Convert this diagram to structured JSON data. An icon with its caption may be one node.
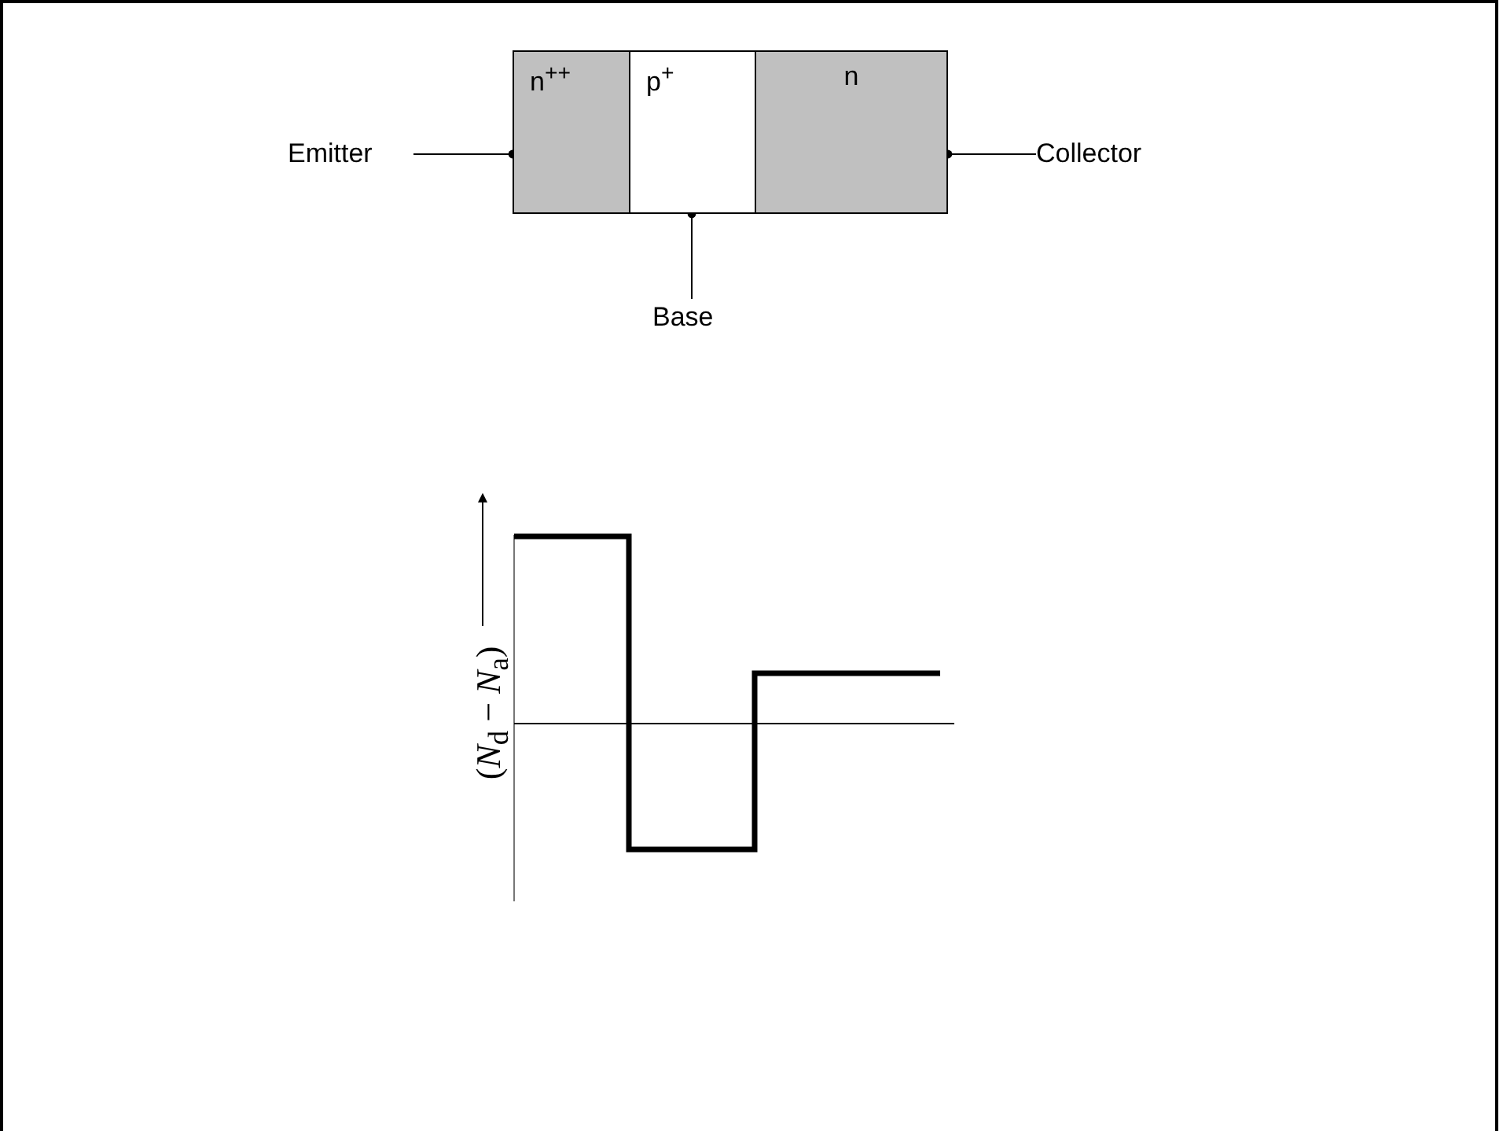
{
  "diagram": {
    "nodes": [
      {
        "text": [
          "Emitter"
        ]
      },
      {
        "text": [
          "n$^{++}$"
        ]
      },
      {
        "text": [
          "p$^{+}$"
        ]
      },
      {
        "text": [
          "n"
        ]
      },
      {
        "text": [
          "Collector"
        ]
      },
      {
        "text": [
          "Base"
        ]
      }
    ],
    "edges": [
      {
        "from": 0,
        "to": 1,
        "arrow": "other"
      },
      {
        "from": 4,
        "to": 3,
        "arrow": "other"
      },
      {
        "from": 5,
        "to": 2,
        "arrow": "other"
      }
    ],
    "labels": [
      "(*N*$_{d}$ − *N*$_{a}$)"
    ]
  }
}
